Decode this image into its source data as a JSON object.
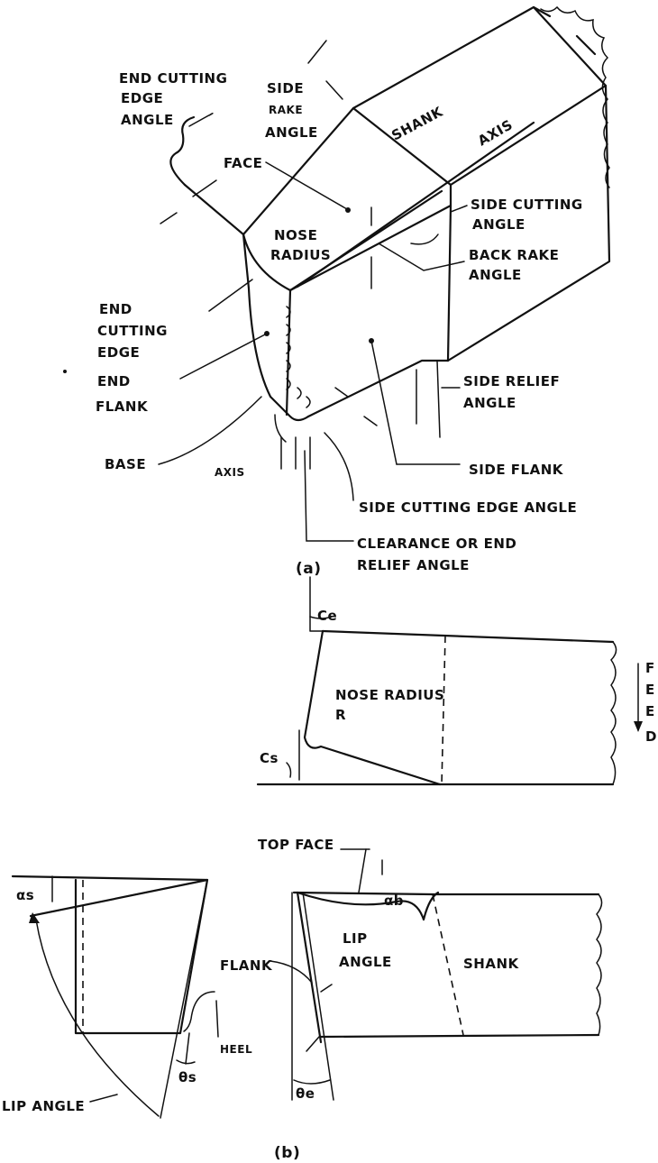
{
  "part_a": {
    "caption": "(a)",
    "labels": {
      "end_cutting_edge_angle": [
        "END CUTTING",
        "EDGE",
        "ANGLE"
      ],
      "side_rake_angle": [
        "SIDE",
        "RAKE",
        "ANGLE"
      ],
      "shank": "SHANK",
      "axis_top": "AXIS",
      "face": "FACE",
      "nose_radius": [
        "NOSE",
        "RADIUS"
      ],
      "side_cutting_angle": [
        "SIDE CUTTING",
        "ANGLE"
      ],
      "back_rake_angle": [
        "BACK RAKE",
        "ANGLE"
      ],
      "end_cutting_edge": [
        "END",
        "CUTTING",
        "EDGE"
      ],
      "end_flank": [
        "END",
        "FLANK"
      ],
      "side_relief_angle": [
        "SIDE RELIEF",
        "ANGLE"
      ],
      "base": "BASE",
      "axis_bottom": "AXIS",
      "side_flank": "SIDE FLANK",
      "side_cutting_edge_angle": "SIDE CUTTING EDGE ANGLE",
      "clearance": [
        "CLEARANCE OR END",
        "RELIEF ANGLE"
      ]
    }
  },
  "plan_view": {
    "ce": "Ce",
    "cs": "Cs",
    "nose_radius": [
      "NOSE RADIUS",
      "R"
    ],
    "feed_letters": [
      "F",
      "E",
      "E",
      "D"
    ]
  },
  "part_b": {
    "caption": "(b)",
    "labels": {
      "top_face": "TOP FACE",
      "alpha_s": "αs",
      "alpha_b": "αb",
      "lip_angle_right": [
        "LIP",
        "ANGLE"
      ],
      "shank": "SHANK",
      "flank": "FLANK",
      "heel": "HEEL",
      "theta_s": "θs",
      "theta_e": "θe",
      "lip_angle_left": "LIP ANGLE"
    }
  }
}
